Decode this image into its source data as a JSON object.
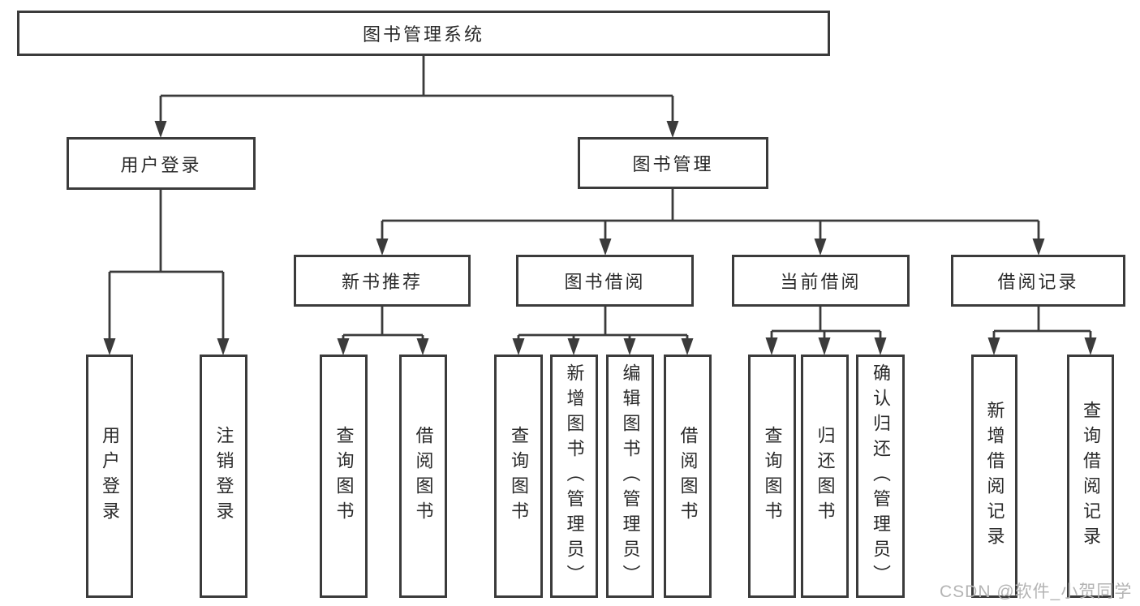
{
  "diagram": {
    "type": "hierarchy-tree",
    "colors": {
      "line": "#3b3b3b",
      "box_border": "#3b3b3b",
      "box_fill": "#ffffff",
      "text": "#2a2a2a",
      "watermark": "#b4b4b4",
      "background": "#ffffff"
    }
  },
  "tree": {
    "label": "图书管理系统",
    "children": [
      {
        "label": "用户登录",
        "children": [
          {
            "label": "用户登录"
          },
          {
            "label": "注销登录"
          }
        ]
      },
      {
        "label": "图书管理",
        "children": [
          {
            "label": "新书推荐",
            "children": [
              {
                "label": "查询图书"
              },
              {
                "label": "借阅图书"
              }
            ]
          },
          {
            "label": "图书借阅",
            "children": [
              {
                "label": "查询图书"
              },
              {
                "label": "新增图书（管理员）"
              },
              {
                "label": "编辑图书（管理员）"
              },
              {
                "label": "借阅图书"
              }
            ]
          },
          {
            "label": "当前借阅",
            "children": [
              {
                "label": "查询图书"
              },
              {
                "label": "归还图书"
              },
              {
                "label": "确认归还（管理员）"
              }
            ]
          },
          {
            "label": "借阅记录",
            "children": [
              {
                "label": "新增借阅记录"
              },
              {
                "label": "查询借阅记录"
              }
            ]
          }
        ]
      }
    ]
  },
  "watermark": {
    "text": "CSDN @软件_小贺同学"
  }
}
